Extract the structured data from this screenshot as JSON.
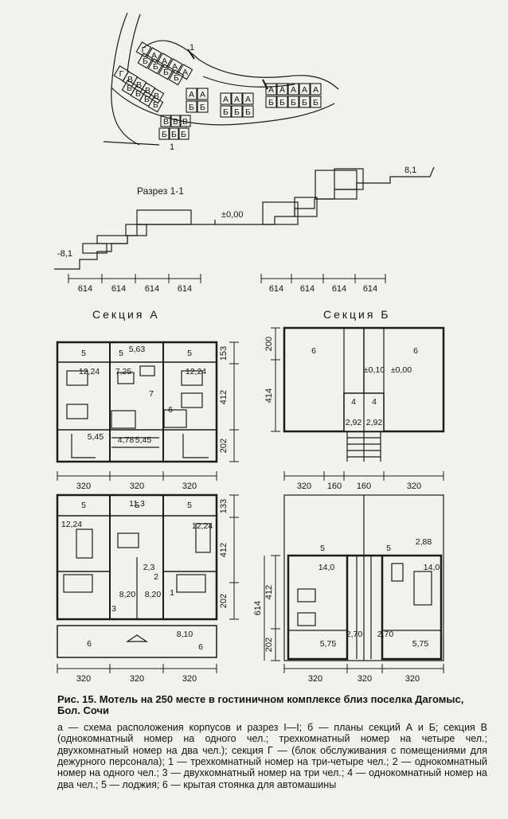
{
  "site_plan": {
    "blocks": [
      {
        "labels": [
          "Г",
          "А",
          "А",
          "А",
          "А"
        ]
      },
      {
        "labels": [
          "Б",
          "Б",
          "Б",
          "Б"
        ]
      },
      {
        "labels": [
          "А",
          "А"
        ]
      },
      {
        "labels": [
          "Б",
          "Б"
        ]
      },
      {
        "labels": [
          "А",
          "А",
          "А"
        ]
      },
      {
        "labels": [
          "Б",
          "Б",
          "Б"
        ]
      },
      {
        "labels": [
          "А",
          "А",
          "А",
          "А",
          "А"
        ]
      },
      {
        "labels": [
          "Б",
          "Б",
          "Б",
          "Б",
          "Б"
        ]
      },
      {
        "labels": [
          "Г",
          "В",
          "В",
          "В",
          "В"
        ]
      },
      {
        "labels": [
          "Б",
          "Б",
          "Б",
          "Б"
        ]
      },
      {
        "labels": [
          "В",
          "В",
          "В"
        ]
      },
      {
        "labels": [
          "Б",
          "Б",
          "Б"
        ]
      }
    ],
    "cut_marks": [
      "1",
      "1"
    ]
  },
  "section_view": {
    "title": "Разрез 1-1",
    "level_zero": "±0,00",
    "level_top": "8,1",
    "level_bottom": "-8,1",
    "dims_left": [
      "614",
      "614",
      "614",
      "614"
    ],
    "dims_right": [
      "614",
      "614",
      "614",
      "614"
    ]
  },
  "plan_a_top": {
    "title": "Секция А",
    "rooms": [
      "5",
      "5",
      "5",
      "5,63",
      "12,24",
      "7,25",
      "12,24",
      "7",
      "6",
      "5,45",
      "4,78",
      "5,45"
    ],
    "dims_side": [
      "153",
      "412",
      "202"
    ],
    "dims_bottom": [
      "320",
      "320",
      "320"
    ]
  },
  "plan_b_top": {
    "title": "Секция Б",
    "rooms": [
      "6",
      "6",
      "±0,10",
      "±0,00",
      "4",
      "4",
      "2,92",
      "2,92"
    ],
    "dims_side": [
      "200",
      "414"
    ],
    "dims_bottom": [
      "320",
      "160",
      "160",
      "320"
    ]
  },
  "plan_a_bottom": {
    "rooms": [
      "5",
      "5",
      "5",
      "11,3",
      "12,24",
      "12,24",
      "2,3",
      "2",
      "8,20",
      "3",
      "8,20",
      "1",
      "6",
      "8,10",
      "6"
    ],
    "dims_side": [
      "133",
      "412",
      "202"
    ],
    "dims_bottom": [
      "320",
      "320",
      "320"
    ]
  },
  "plan_b_bottom": {
    "rooms": [
      "5",
      "5",
      "2,88",
      "14,0",
      "14,0",
      "2,70",
      "2,70",
      "5,75",
      "5,75"
    ],
    "dims_side": [
      "412",
      "614",
      "202"
    ],
    "dims_bottom": [
      "320",
      "320",
      "320"
    ]
  },
  "caption": {
    "heading": "Рис. 15. Мотель на 250 месте в гостиничном комплексе близ поселка Дагомыс, Бол. Сочи",
    "text": "а — схема расположения корпусов и разрез I—I; б — планы секций А и Б; секция В (однокомнатный номер на одного чел.; трехкомнатный номер на четыре чел.; двухкомнатный номер на два чел.); секция Г — (блок обслуживания с помещениями для дежурного персонала); 1 — трехкомнатный номер на три-четыре чел.; 2 — однокомнатный номер на одного чел.; 3 — двухкомнатный номер на три чел.; 4 — однокомнатный номер на два чел.; 5 — лоджия; 6 — крытая стоянка для автомашины"
  }
}
